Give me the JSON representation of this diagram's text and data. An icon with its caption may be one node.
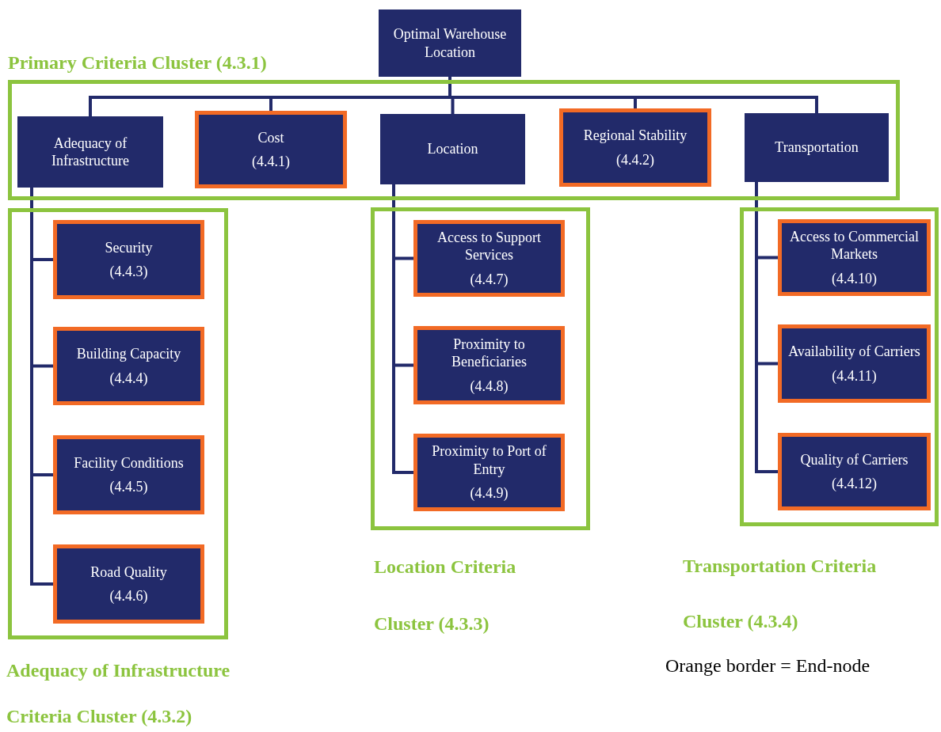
{
  "diagram": {
    "nodes": [
      {
        "text": [
          "Optimal Warehouse Location"
        ]
      },
      {
        "text": [
          "Primary Criteria Cluster (4.3.1)"
        ]
      },
      {
        "text": [
          "Adequacy of Infrastructure"
        ],
        "in": 1
      },
      {
        "text": [
          "Cost",
          "(4.4.1)"
        ],
        "in": 1
      },
      {
        "text": [
          "Location"
        ],
        "in": 1
      },
      {
        "text": [
          "Regional Stability",
          "(4.4.2)"
        ],
        "in": 1
      },
      {
        "text": [
          "Transportation"
        ],
        "in": 1
      },
      {
        "text": [
          "Adequacy of Infrastructure Criteria Cluster (4.3.2)"
        ]
      },
      {
        "text": [
          "Security",
          "(4.4.3)"
        ],
        "in": 7
      },
      {
        "text": [
          "Building Capacity",
          "(4.4.4)"
        ],
        "in": 7
      },
      {
        "text": [
          "Facility Conditions",
          "(4.4.5)"
        ],
        "in": 7
      },
      {
        "text": [
          "Road Quality",
          "(4.4.6)"
        ],
        "in": 7
      },
      {
        "text": [
          "Location Criteria Cluster (4.3.3)"
        ]
      },
      {
        "text": [
          "Access to Support Services",
          "(4.4.7)"
        ],
        "in": 12
      },
      {
        "text": [
          "Proximity to Beneficiaries",
          "(4.4.8)"
        ],
        "in": 12
      },
      {
        "text": [
          "Proximity to Port of Entry",
          "(4.4.9)"
        ],
        "in": 12
      },
      {
        "text": [
          "Transportation Criteria Cluster (4.3.4)"
        ]
      },
      {
        "text": [
          "Access to Commercial Markets",
          "(4.4.10)"
        ],
        "in": 16
      },
      {
        "text": [
          "Availability of Carriers",
          "(4.4.11)"
        ],
        "in": 16
      },
      {
        "text": [
          "Quality of Carriers",
          "(4.4.12)"
        ],
        "in": 16
      }
    ],
    "edges": [
      {
        "from": 0,
        "to": 2,
        "arrow": "none"
      },
      {
        "from": 0,
        "to": 3,
        "arrow": "none"
      },
      {
        "from": 0,
        "to": 4,
        "arrow": "none"
      },
      {
        "from": 0,
        "to": 5,
        "arrow": "none"
      },
      {
        "from": 0,
        "to": 6,
        "arrow": "none"
      },
      {
        "from": 2,
        "to": 8,
        "arrow": "none"
      },
      {
        "from": 2,
        "to": 9,
        "arrow": "none"
      },
      {
        "from": 2,
        "to": 10,
        "arrow": "none"
      },
      {
        "from": 2,
        "to": 11,
        "arrow": "none"
      },
      {
        "from": 4,
        "to": 13,
        "arrow": "none"
      },
      {
        "from": 4,
        "to": 14,
        "arrow": "none"
      },
      {
        "from": 4,
        "to": 15,
        "arrow": "none"
      },
      {
        "from": 6,
        "to": 17,
        "arrow": "none"
      },
      {
        "from": 6,
        "to": 18,
        "arrow": "none"
      },
      {
        "from": 6,
        "to": 19,
        "arrow": "none"
      }
    ],
    "labels": [
      "Orange border = End-node"
    ]
  }
}
